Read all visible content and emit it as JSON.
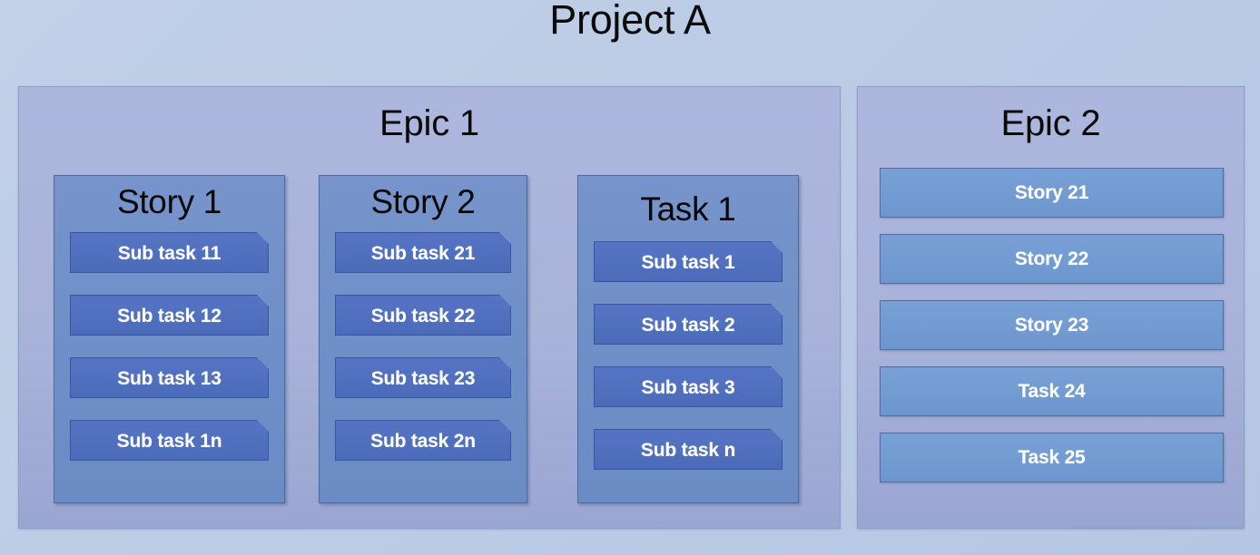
{
  "project": {
    "title": "Project A"
  },
  "colors": {
    "page_background": "#BCCCE6",
    "epic_fill": "#A9B3DA",
    "group_fill": "#6F8FC8",
    "chip_fill": "#5070BE",
    "bar_fill": "#729BD2",
    "title_text": "#0A0A0A",
    "chip_text": "#FFFFFF"
  },
  "epics": [
    {
      "title": "Epic 1",
      "groups": [
        {
          "title": "Story 1",
          "items": [
            {
              "label": "Sub task 11"
            },
            {
              "label": "Sub task 12"
            },
            {
              "label": "Sub task 13"
            },
            {
              "label": "Sub task 1n"
            }
          ]
        },
        {
          "title": "Story 2",
          "items": [
            {
              "label": "Sub task 21"
            },
            {
              "label": "Sub task 22"
            },
            {
              "label": "Sub task 23"
            },
            {
              "label": "Sub task 2n"
            }
          ]
        },
        {
          "title": "Task 1",
          "items": [
            {
              "label": "Sub task 1"
            },
            {
              "label": "Sub task 2"
            },
            {
              "label": "Sub task 3"
            },
            {
              "label": "Sub task n"
            }
          ]
        }
      ]
    },
    {
      "title": "Epic 2",
      "bars": [
        {
          "label": "Story 21"
        },
        {
          "label": "Story 22"
        },
        {
          "label": "Story 23"
        },
        {
          "label": "Task 24"
        },
        {
          "label": "Task 25"
        }
      ]
    }
  ]
}
